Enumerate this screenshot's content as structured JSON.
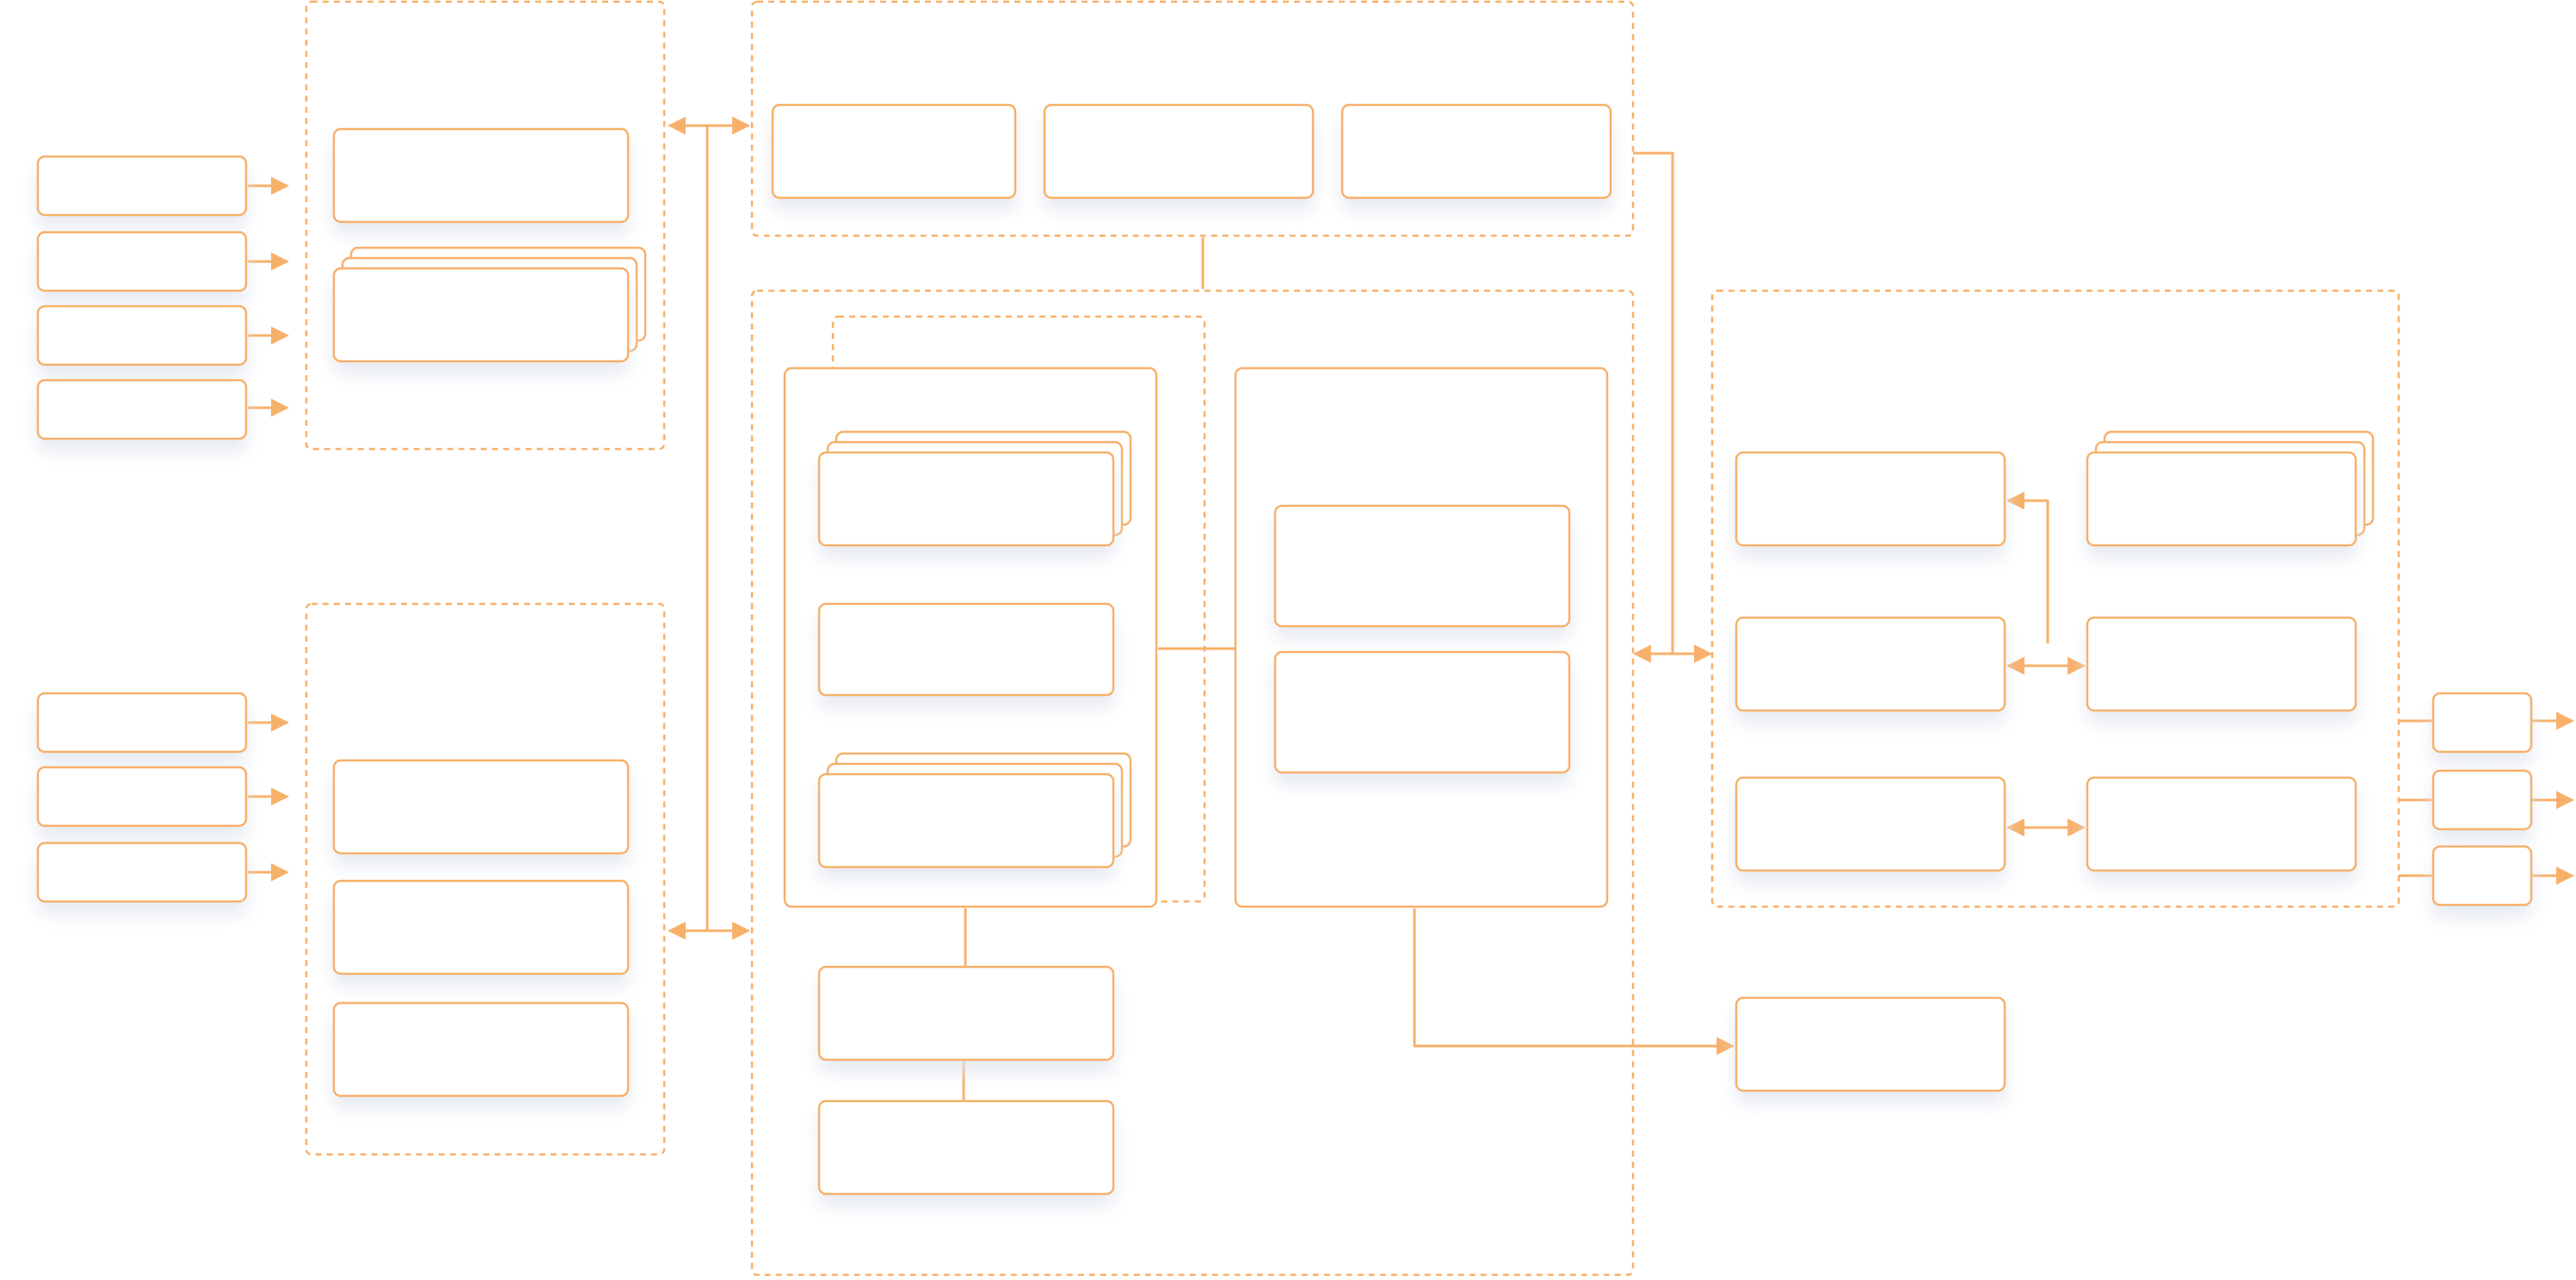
{
  "diagram": {
    "accent_color": "#f7b06a",
    "background_color": "#ffffff",
    "shadow_color": "#e8ecf4",
    "groups": [
      {
        "id": "left-top-group",
        "label": ""
      },
      {
        "id": "left-bottom-group",
        "label": ""
      },
      {
        "id": "top-center-group",
        "label": ""
      },
      {
        "id": "main-center-group",
        "label": ""
      },
      {
        "id": "inner-dashed-group",
        "label": ""
      },
      {
        "id": "right-group",
        "label": ""
      }
    ],
    "nodes": [
      {
        "id": "input-1",
        "label": ""
      },
      {
        "id": "input-2",
        "label": ""
      },
      {
        "id": "input-3",
        "label": ""
      },
      {
        "id": "input-4",
        "label": ""
      },
      {
        "id": "input-5",
        "label": ""
      },
      {
        "id": "input-6",
        "label": ""
      },
      {
        "id": "input-7",
        "label": ""
      },
      {
        "id": "left-top-box-1",
        "label": ""
      },
      {
        "id": "left-top-stack",
        "label": ""
      },
      {
        "id": "left-bottom-box-1",
        "label": ""
      },
      {
        "id": "left-bottom-box-2",
        "label": ""
      },
      {
        "id": "left-bottom-box-3",
        "label": ""
      },
      {
        "id": "top-box-1",
        "label": ""
      },
      {
        "id": "top-box-2",
        "label": ""
      },
      {
        "id": "top-box-3",
        "label": ""
      },
      {
        "id": "inner-panel-left",
        "label": ""
      },
      {
        "id": "inner-stack-top",
        "label": ""
      },
      {
        "id": "inner-middle-box",
        "label": ""
      },
      {
        "id": "inner-stack-bottom",
        "label": ""
      },
      {
        "id": "inner-panel-right",
        "label": ""
      },
      {
        "id": "inner-right-box-1",
        "label": ""
      },
      {
        "id": "inner-right-box-2",
        "label": ""
      },
      {
        "id": "lower-box-1",
        "label": ""
      },
      {
        "id": "lower-box-2",
        "label": ""
      },
      {
        "id": "right-box-1",
        "label": ""
      },
      {
        "id": "right-stack",
        "label": ""
      },
      {
        "id": "right-box-2",
        "label": ""
      },
      {
        "id": "right-box-3",
        "label": ""
      },
      {
        "id": "right-box-4",
        "label": ""
      },
      {
        "id": "right-box-5",
        "label": ""
      },
      {
        "id": "output-box",
        "label": ""
      },
      {
        "id": "output-1",
        "label": ""
      },
      {
        "id": "output-2",
        "label": ""
      },
      {
        "id": "output-3",
        "label": ""
      }
    ],
    "connectors": [
      {
        "from": "input-1",
        "to": "left-top-group",
        "direction": "forward"
      },
      {
        "from": "input-2",
        "to": "left-top-group",
        "direction": "forward"
      },
      {
        "from": "input-3",
        "to": "left-top-group",
        "direction": "forward"
      },
      {
        "from": "input-4",
        "to": "left-top-group",
        "direction": "forward"
      },
      {
        "from": "input-5",
        "to": "left-bottom-group",
        "direction": "forward"
      },
      {
        "from": "input-6",
        "to": "left-bottom-group",
        "direction": "forward"
      },
      {
        "from": "input-7",
        "to": "left-bottom-group",
        "direction": "forward"
      },
      {
        "from": "left-top-group",
        "to": "top-center-group",
        "direction": "both"
      },
      {
        "from": "left-bottom-group",
        "to": "main-center-group",
        "direction": "both"
      },
      {
        "from": "top-center-group",
        "to": "main-center-group",
        "direction": "none"
      },
      {
        "from": "inner-stack-top",
        "to": "inner-middle-box",
        "direction": "both"
      },
      {
        "from": "inner-middle-box",
        "to": "inner-stack-bottom",
        "direction": "both"
      },
      {
        "from": "inner-panel-left",
        "to": "inner-panel-right",
        "direction": "none"
      },
      {
        "from": "inner-panel-left",
        "to": "lower-box-1",
        "direction": "none"
      },
      {
        "from": "lower-box-1",
        "to": "lower-box-2",
        "direction": "none"
      },
      {
        "from": "main-center-group",
        "to": "right-group",
        "direction": "both"
      },
      {
        "from": "top-center-group",
        "to": "right-group",
        "direction": "forward"
      },
      {
        "from": "inner-panel-right",
        "to": "output-box",
        "direction": "forward"
      },
      {
        "from": "right-box-1",
        "to": "right-box-2",
        "direction": "forward"
      },
      {
        "from": "right-box-2",
        "to": "right-box-3",
        "direction": "both"
      },
      {
        "from": "right-box-4",
        "to": "right-box-5",
        "direction": "both"
      },
      {
        "from": "right-group",
        "to": "output-1",
        "direction": "none"
      },
      {
        "from": "right-group",
        "to": "output-2",
        "direction": "none"
      },
      {
        "from": "right-group",
        "to": "output-3",
        "direction": "none"
      },
      {
        "from": "output-1",
        "to": "exit-1",
        "direction": "forward"
      },
      {
        "from": "output-2",
        "to": "exit-2",
        "direction": "forward"
      },
      {
        "from": "output-3",
        "to": "exit-3",
        "direction": "forward"
      }
    ]
  }
}
